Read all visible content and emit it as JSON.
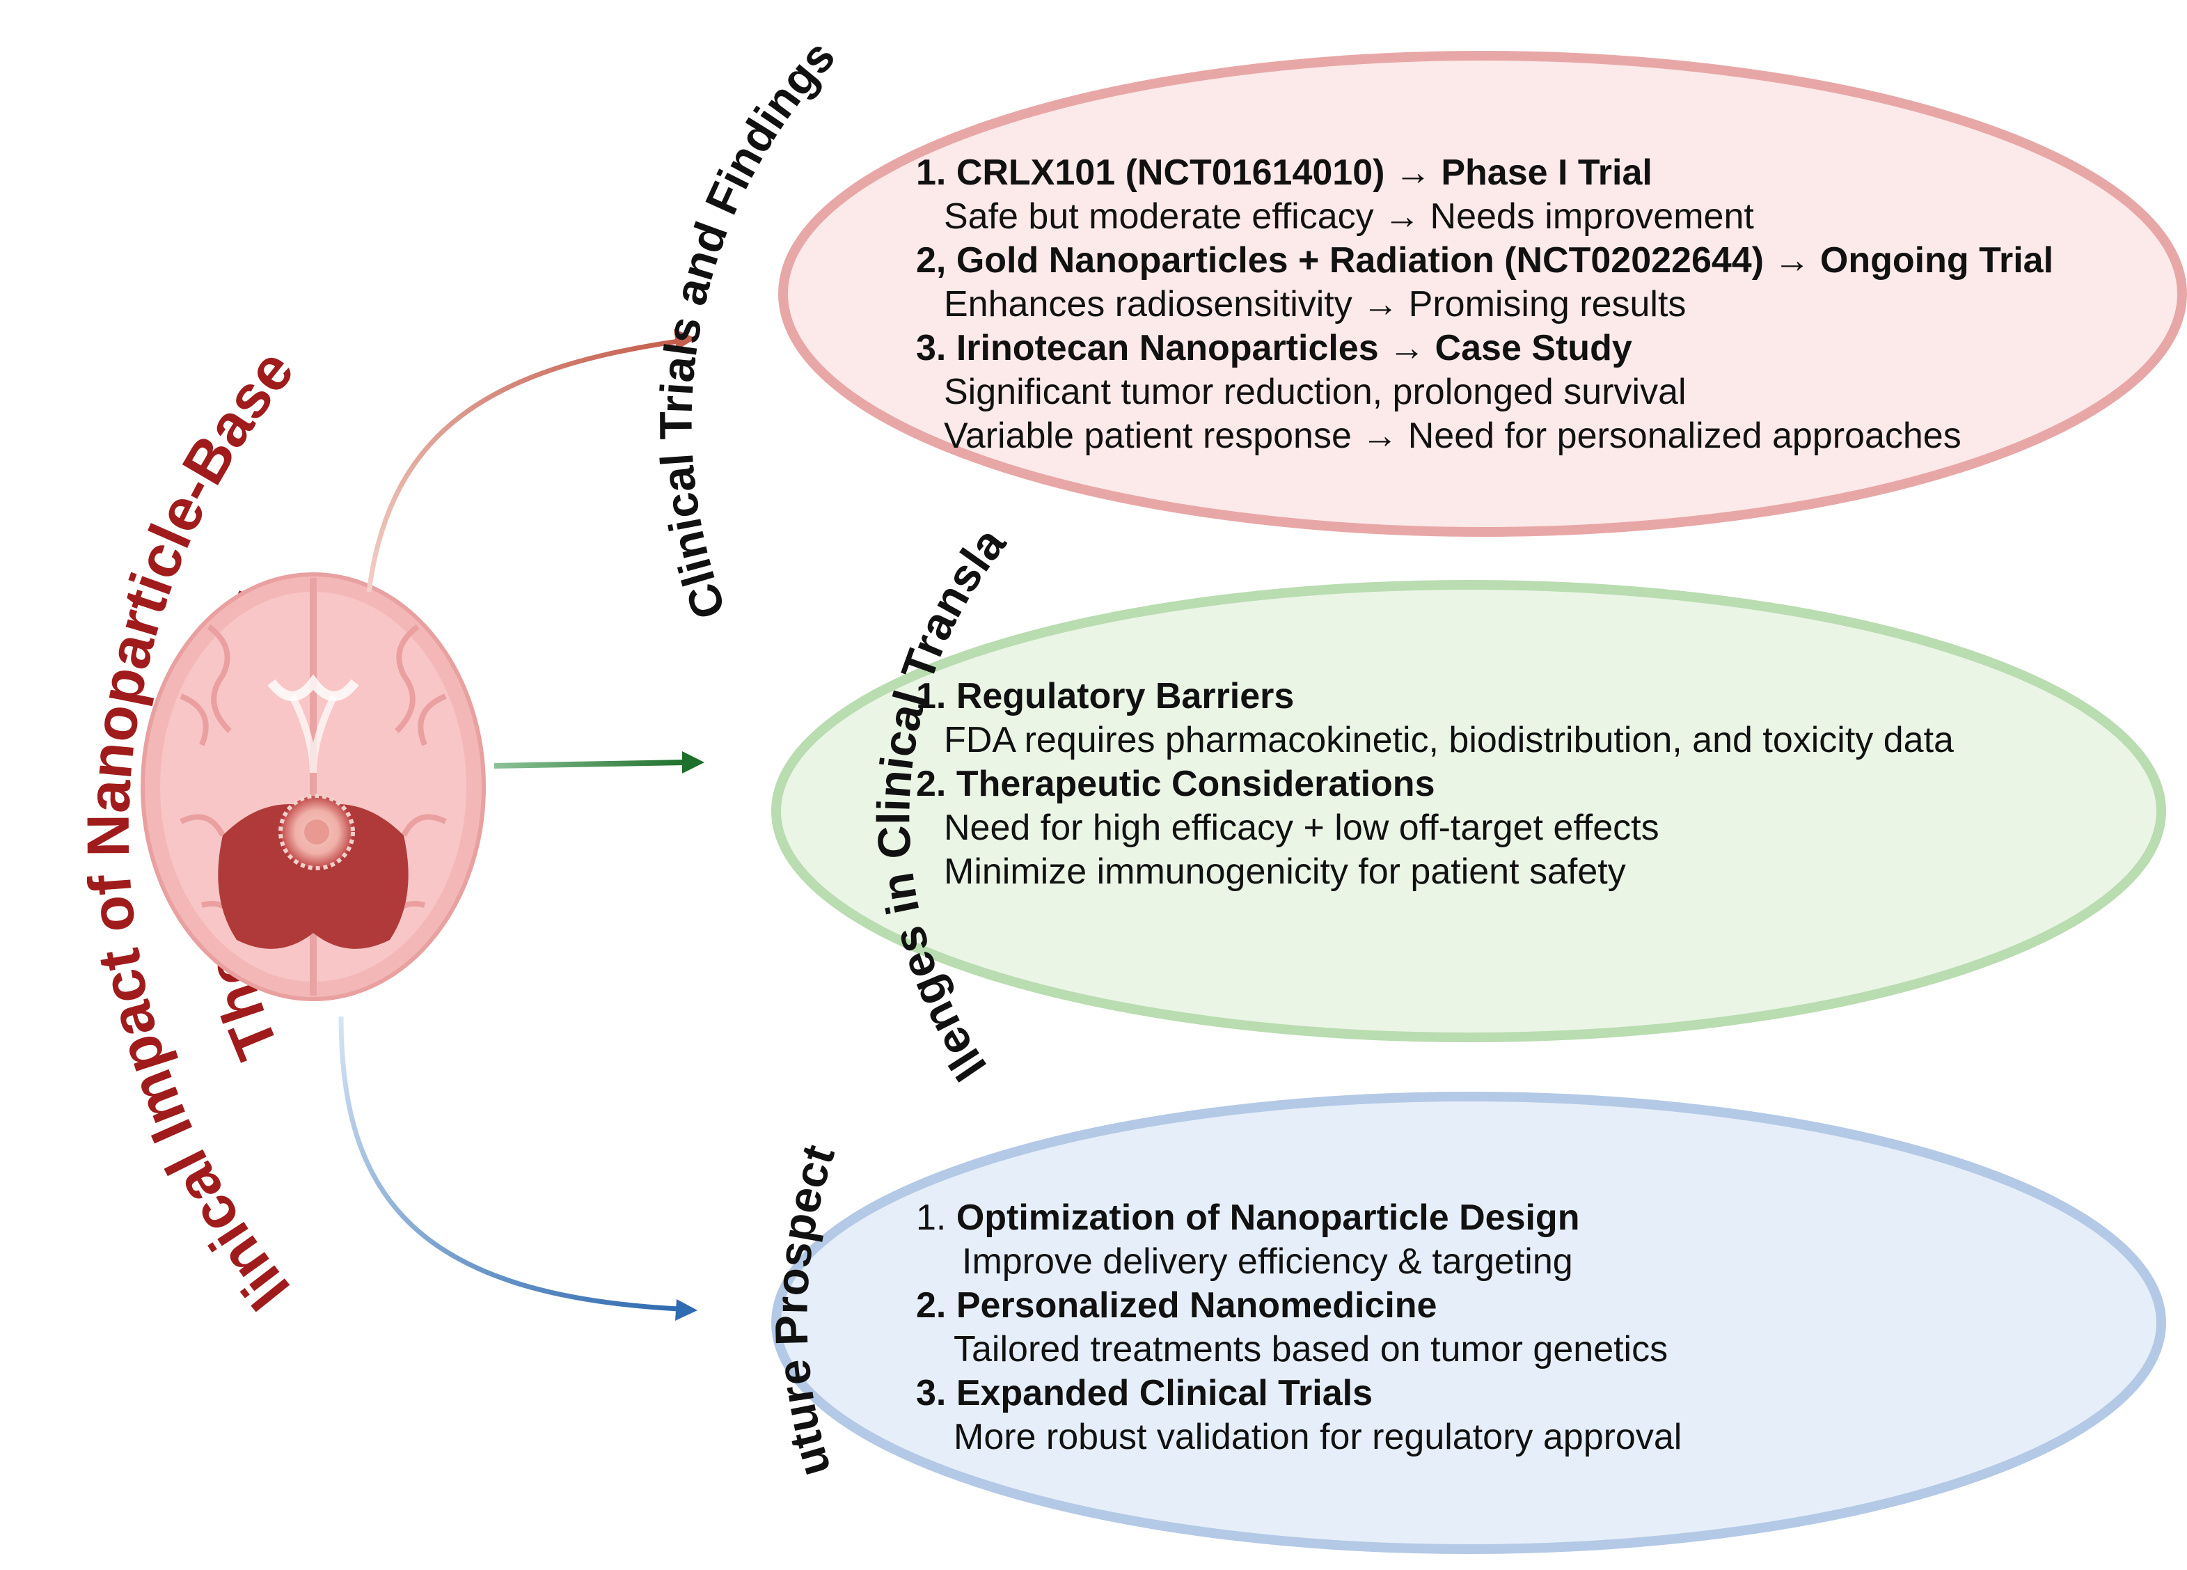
{
  "main_title": {
    "line1": "Clinical Impact of Nanoparticle-Based",
    "line2": "Therapy in GBM"
  },
  "colors": {
    "main_title": "#a01c1c",
    "pink_fill": "#fce9e9",
    "pink_stroke": "#e8a7a7",
    "green_fill": "#eaf5e6",
    "green_stroke": "#b9dcb0",
    "blue_fill": "#e6eef9",
    "blue_stroke": "#b3c9e6",
    "arrow_top": "#c45e4e",
    "arrow_mid": "#1d6f2b",
    "arrow_bottom": "#2f6bb0"
  },
  "sections": [
    {
      "title": "Clinical Trials and Findings",
      "lines": [
        {
          "bold": "1. CRLX101 (NCT01614010) → Phase I Trial",
          "normal": ""
        },
        {
          "bold": "",
          "normal": "Safe but moderate efficacy → Needs improvement"
        },
        {
          "bold": "2, Gold Nanoparticles + Radiation (NCT02022644) → Ongoing Trial",
          "normal": ""
        },
        {
          "bold": "",
          "normal": "Enhances radiosensitivity → Promising results"
        },
        {
          "bold": "3. Irinotecan Nanoparticles → Case Study",
          "normal": ""
        },
        {
          "bold": "",
          "normal": "Significant tumor reduction, prolonged survival"
        },
        {
          "bold": "",
          "normal": "Variable patient response → Need for personalized approaches"
        }
      ]
    },
    {
      "title": "Challenges in Clinical Translation",
      "lines": [
        {
          "bold": "1. Regulatory Barriers",
          "normal": ""
        },
        {
          "bold": "",
          "normal": "FDA requires pharmacokinetic, biodistribution, and toxicity data"
        },
        {
          "bold": "2. Therapeutic Considerations",
          "normal": ""
        },
        {
          "bold": "",
          "normal": "Need for high efficacy + low off-target effects"
        },
        {
          "bold": "",
          "normal": "Minimize immunogenicity for patient safety"
        }
      ]
    },
    {
      "title": "Future Prospects",
      "lines": [
        {
          "bold": "Optimization of Nanoparticle Design",
          "normal": "1. "
        },
        {
          "bold": "",
          "normal": "Improve delivery efficiency & targeting"
        },
        {
          "bold": "2. Personalized Nanomedicine",
          "normal": ""
        },
        {
          "bold": "",
          "normal": "Tailored treatments based on tumor genetics"
        },
        {
          "bold": "3. Expanded Clinical Trials",
          "normal": ""
        },
        {
          "bold": "",
          "normal": "More robust validation for regulatory approval"
        }
      ]
    }
  ]
}
